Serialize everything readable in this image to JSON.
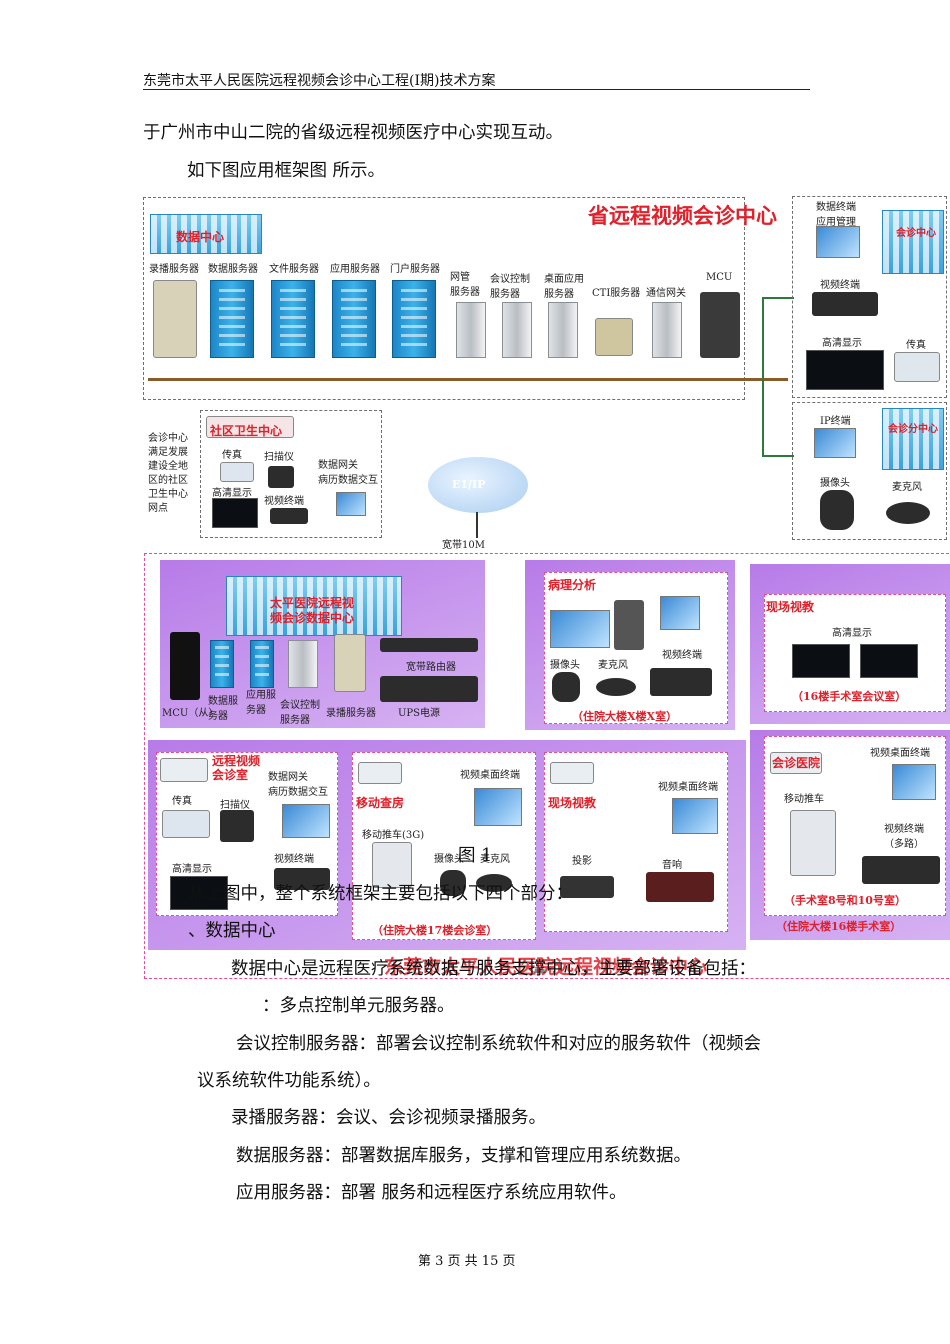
{
  "header": {
    "title": "东莞市太平人民医院远程视频会诊中心工程(Ⅰ期)技术方案"
  },
  "body": {
    "line1": "于广州市中山二院的省级远程视频医疗中心实现互动。",
    "line2": "如下图应用框架图   所示。",
    "line3": "从上图中，整个系统框架主要包括以下四个部分：",
    "line4": "、数据中心",
    "line5": "数据中心是远程医疗系统数据与服务支撑中心，主要部署设备包括：",
    "line6": "：多点控制单元服务器。",
    "line7": "会议控制服务器：部署会议控制系统软件和对应的服务软件（视频会",
    "line8": "议系统软件功能系统）。",
    "line9": "录播服务器：会议、会诊视频录播服务。",
    "line10": "数据服务器：部署数据库服务，支撑和管理应用系统数据。",
    "line11": "应用服务器：部署       服务和远程医疗系统应用软件。"
  },
  "figure": {
    "caption": "图 1",
    "top": {
      "title": "省远程视频会诊中心",
      "datacenter": "数据中心",
      "servers": [
        "录播服务器",
        "数据服务器",
        "文件服务器",
        "应用服务器",
        "门户服务器"
      ],
      "net_mgmt": "网管\n服务器",
      "conf_ctrl": "会议控制\n服务器",
      "desktop_app": "桌面应用\n服务器",
      "cti": "CTI服务器",
      "gateway": "通信网关",
      "mcu": "MCU",
      "right_top": {
        "data_terminal": "数据终端\n应用管理",
        "video_terminal": "视频终端",
        "hd_display": "高清显示",
        "fax": "传真",
        "building": "会诊中心"
      },
      "right_bottom": {
        "ip_terminal": "IP终端",
        "camera": "摄像头",
        "mic": "麦克风",
        "building": "会诊分中心"
      }
    },
    "community": {
      "side": "会诊中心\n满足发展\n建设全地\n区的社区\n卫生中心\n网点",
      "title": "社区卫生中心",
      "fax": "传真",
      "scanner": "扫描仪",
      "gateway": "数据网关\n病历数据交互",
      "hd": "高清显示",
      "vt": "视频终端"
    },
    "cloud": "E1/IP",
    "bandwidth": "宽带10M",
    "bottom": {
      "title": "东莞市太平人民医院远程视频会诊中心",
      "dc_title": "太平医院远程视\n频会诊数据中心",
      "router": "宽带路由器",
      "mcu": "MCU（从）",
      "data_srv": "数据服\n务器",
      "app_srv": "应用服\n务器",
      "conf_srv": "会议控制\n服务器",
      "rec_srv": "录播服务器",
      "ups": "UPS电源",
      "pathology": {
        "title": "病理分析",
        "camera": "摄像头",
        "mic": "麦克风",
        "vt": "视频终端",
        "room": "（住院大楼X楼X室）"
      },
      "live_teach": {
        "title": "现场视教",
        "hd": "高清显示",
        "room": "（16楼手术室会议室）"
      },
      "remote_room": {
        "title": "远程视频\n会诊室",
        "gateway": "数据网关\n病历数据交互",
        "fax": "传真",
        "scanner": "扫描仪",
        "hd": "高清显示",
        "vt": "视频终端"
      },
      "mobile": {
        "title": "移动查房",
        "desktop": "视频桌面终端",
        "cart": "移动推车(3G)",
        "camera": "摄像头",
        "mic": "麦克风",
        "room": "（住院大楼17楼会诊室）"
      },
      "live_teach2": {
        "title": "现场视教",
        "desktop": "视频桌面终端",
        "projector": "投影",
        "audio": "音响"
      },
      "hospital": {
        "title": "会诊医院",
        "desktop": "视频桌面终端",
        "cart": "移动推车",
        "vt": "视频终端\n（多路）",
        "room1": "（手术室8号和10号室）",
        "room2": "（住院大楼16楼手术室）"
      }
    }
  },
  "footer": {
    "page": "第 3 页 共 15 页"
  }
}
